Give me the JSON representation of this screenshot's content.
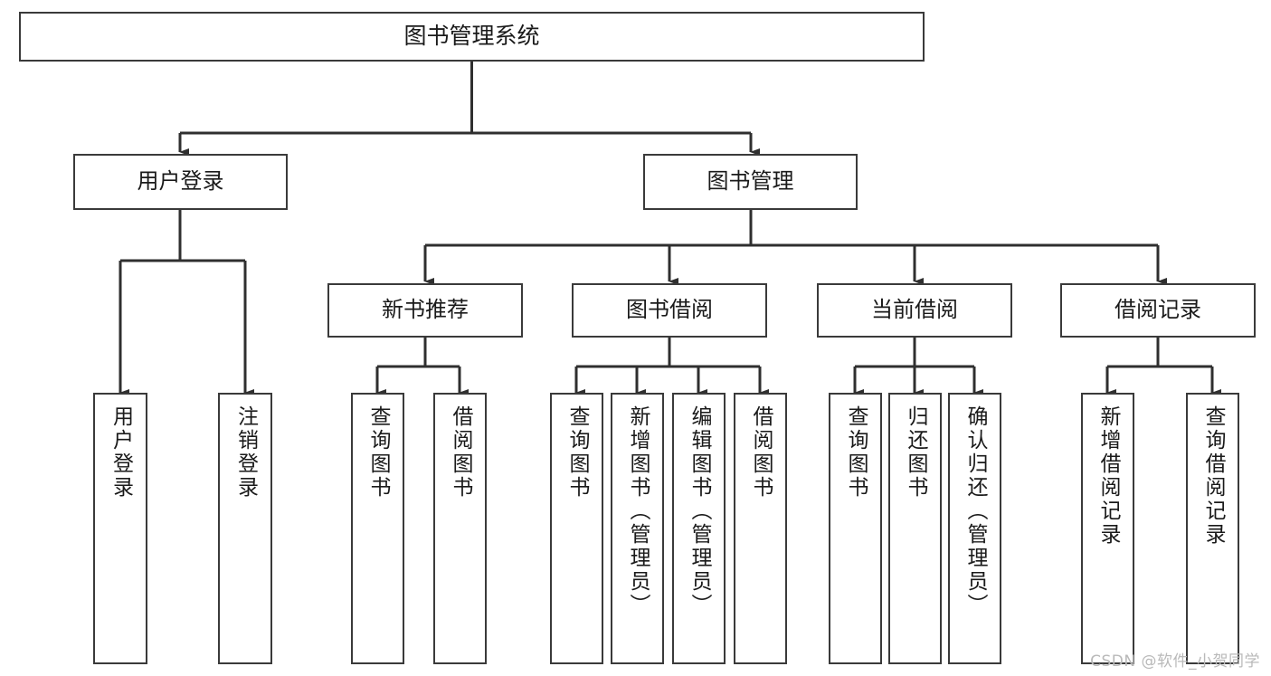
{
  "diagram": {
    "type": "tree-hierarchy",
    "title": "图书管理系统",
    "orientation": "top-down",
    "colors": {
      "box_border": "#3a3a3a",
      "box_fill": "#ffffff",
      "edge": "#2f2f2f",
      "text": "#1a1a1a",
      "watermark": "#b9b9b9",
      "background": "#ffffff"
    },
    "watermark": "CSDN @软件_小贺同学",
    "root": {
      "id": "root",
      "label": "图书管理系统"
    },
    "level1": [
      {
        "id": "login",
        "label": "用户登录"
      },
      {
        "id": "bookmgmt",
        "label": "图书管理"
      }
    ],
    "level2": [
      {
        "id": "newbook",
        "label": "新书推荐",
        "parent": "bookmgmt"
      },
      {
        "id": "borrow",
        "label": "图书借阅",
        "parent": "bookmgmt"
      },
      {
        "id": "current",
        "label": "当前借阅",
        "parent": "bookmgmt"
      },
      {
        "id": "record",
        "label": "借阅记录",
        "parent": "bookmgmt"
      }
    ],
    "leaves": {
      "login": [
        {
          "id": "leaf-login-1",
          "label": "用户登录"
        },
        {
          "id": "leaf-login-2",
          "label": "注销登录"
        }
      ],
      "newbook": [
        {
          "id": "leaf-newbook-1",
          "label": "查询图书"
        },
        {
          "id": "leaf-newbook-2",
          "label": "借阅图书"
        }
      ],
      "borrow": [
        {
          "id": "leaf-borrow-1",
          "label": "查询图书"
        },
        {
          "id": "leaf-borrow-2",
          "label": "新增图书（管理员）"
        },
        {
          "id": "leaf-borrow-3",
          "label": "编辑图书（管理员）"
        },
        {
          "id": "leaf-borrow-4",
          "label": "借阅图书"
        }
      ],
      "current": [
        {
          "id": "leaf-current-1",
          "label": "查询图书"
        },
        {
          "id": "leaf-current-2",
          "label": "归还图书"
        },
        {
          "id": "leaf-current-3",
          "label": "确认归还（管理员）"
        }
      ],
      "record": [
        {
          "id": "leaf-record-1",
          "label": "新增借阅记录"
        },
        {
          "id": "leaf-record-2",
          "label": "查询借阅记录"
        }
      ]
    }
  }
}
